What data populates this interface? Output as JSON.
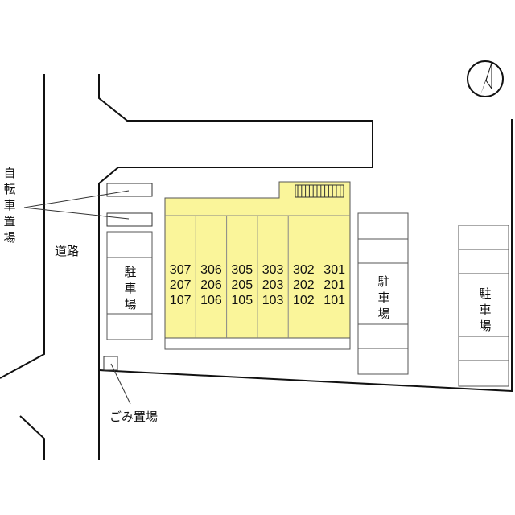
{
  "compass": {
    "icon": "north-arrow-icon"
  },
  "labels": {
    "bicycle_parking": [
      "自",
      "転",
      "車",
      "置",
      "場"
    ],
    "road": "道路",
    "parking_chars": [
      "駐",
      "車",
      "場"
    ],
    "garbage": "ごみ置場"
  },
  "building": {
    "color": "#faf59a",
    "units": [
      [
        "307",
        "207",
        "107"
      ],
      [
        "306",
        "206",
        "106"
      ],
      [
        "305",
        "205",
        "105"
      ],
      [
        "303",
        "203",
        "103"
      ],
      [
        "302",
        "202",
        "102"
      ],
      [
        "301",
        "201",
        "101"
      ]
    ]
  }
}
